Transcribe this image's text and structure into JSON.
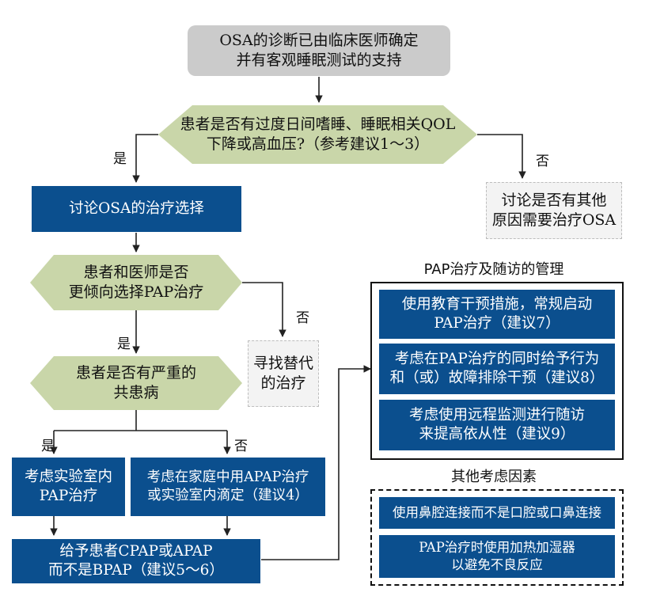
{
  "nodes": {
    "start": [
      "OSA的诊断已由临床医师确定",
      "并有客观睡眠测试的支持"
    ],
    "q1": [
      "患者是否有过度日间嗜睡、睡眠相关QOL",
      "下降或高血压?（参考建议1～3）"
    ],
    "discuss_treatment": [
      "讨论OSA的治疗选择"
    ],
    "other_reason": [
      "讨论是否有其他",
      "原因需要治疗OSA"
    ],
    "q2": [
      "患者和医师是否",
      "更倾向选择PAP治疗"
    ],
    "alternative": [
      "寻找替代",
      "的治疗"
    ],
    "q3": [
      "患者是否有严重的",
      "共患病"
    ],
    "lab_pap": [
      "考虑实验室内",
      "PAP治疗"
    ],
    "home_apap": [
      "考虑在家庭中用APAP治疗",
      "或实验室内滴定（建议4）"
    ],
    "cpap": [
      "给予患者CPAP或APAP",
      "而不是BPAP（建议5～6）"
    ]
  },
  "labels": {
    "yes": "是",
    "no": "否"
  },
  "management": {
    "title": "PAP治疗及随访的管理",
    "items": [
      [
        "使用教育干预措施，常规启动",
        "PAP治疗（建议7）"
      ],
      [
        "考虑在PAP治疗的同时给予行为",
        "和（或）故障排除干预（建议8）"
      ],
      [
        "考虑使用远程监测进行随访",
        "来提高依从性（建议9）"
      ]
    ]
  },
  "other_factors": {
    "title": "其他考虑因素",
    "items": [
      [
        "使用鼻腔连接而不是口腔或口鼻连接"
      ],
      [
        "PAP治疗时使用加热加湿器",
        "以避免不良反应"
      ]
    ]
  },
  "colors": {
    "start_fill": "#cbcbcb",
    "decision_fill": "#c9d6a9",
    "action_fill": "#0b4f8e",
    "dashed_fill": "#f3f3f3",
    "line": "#222222"
  }
}
